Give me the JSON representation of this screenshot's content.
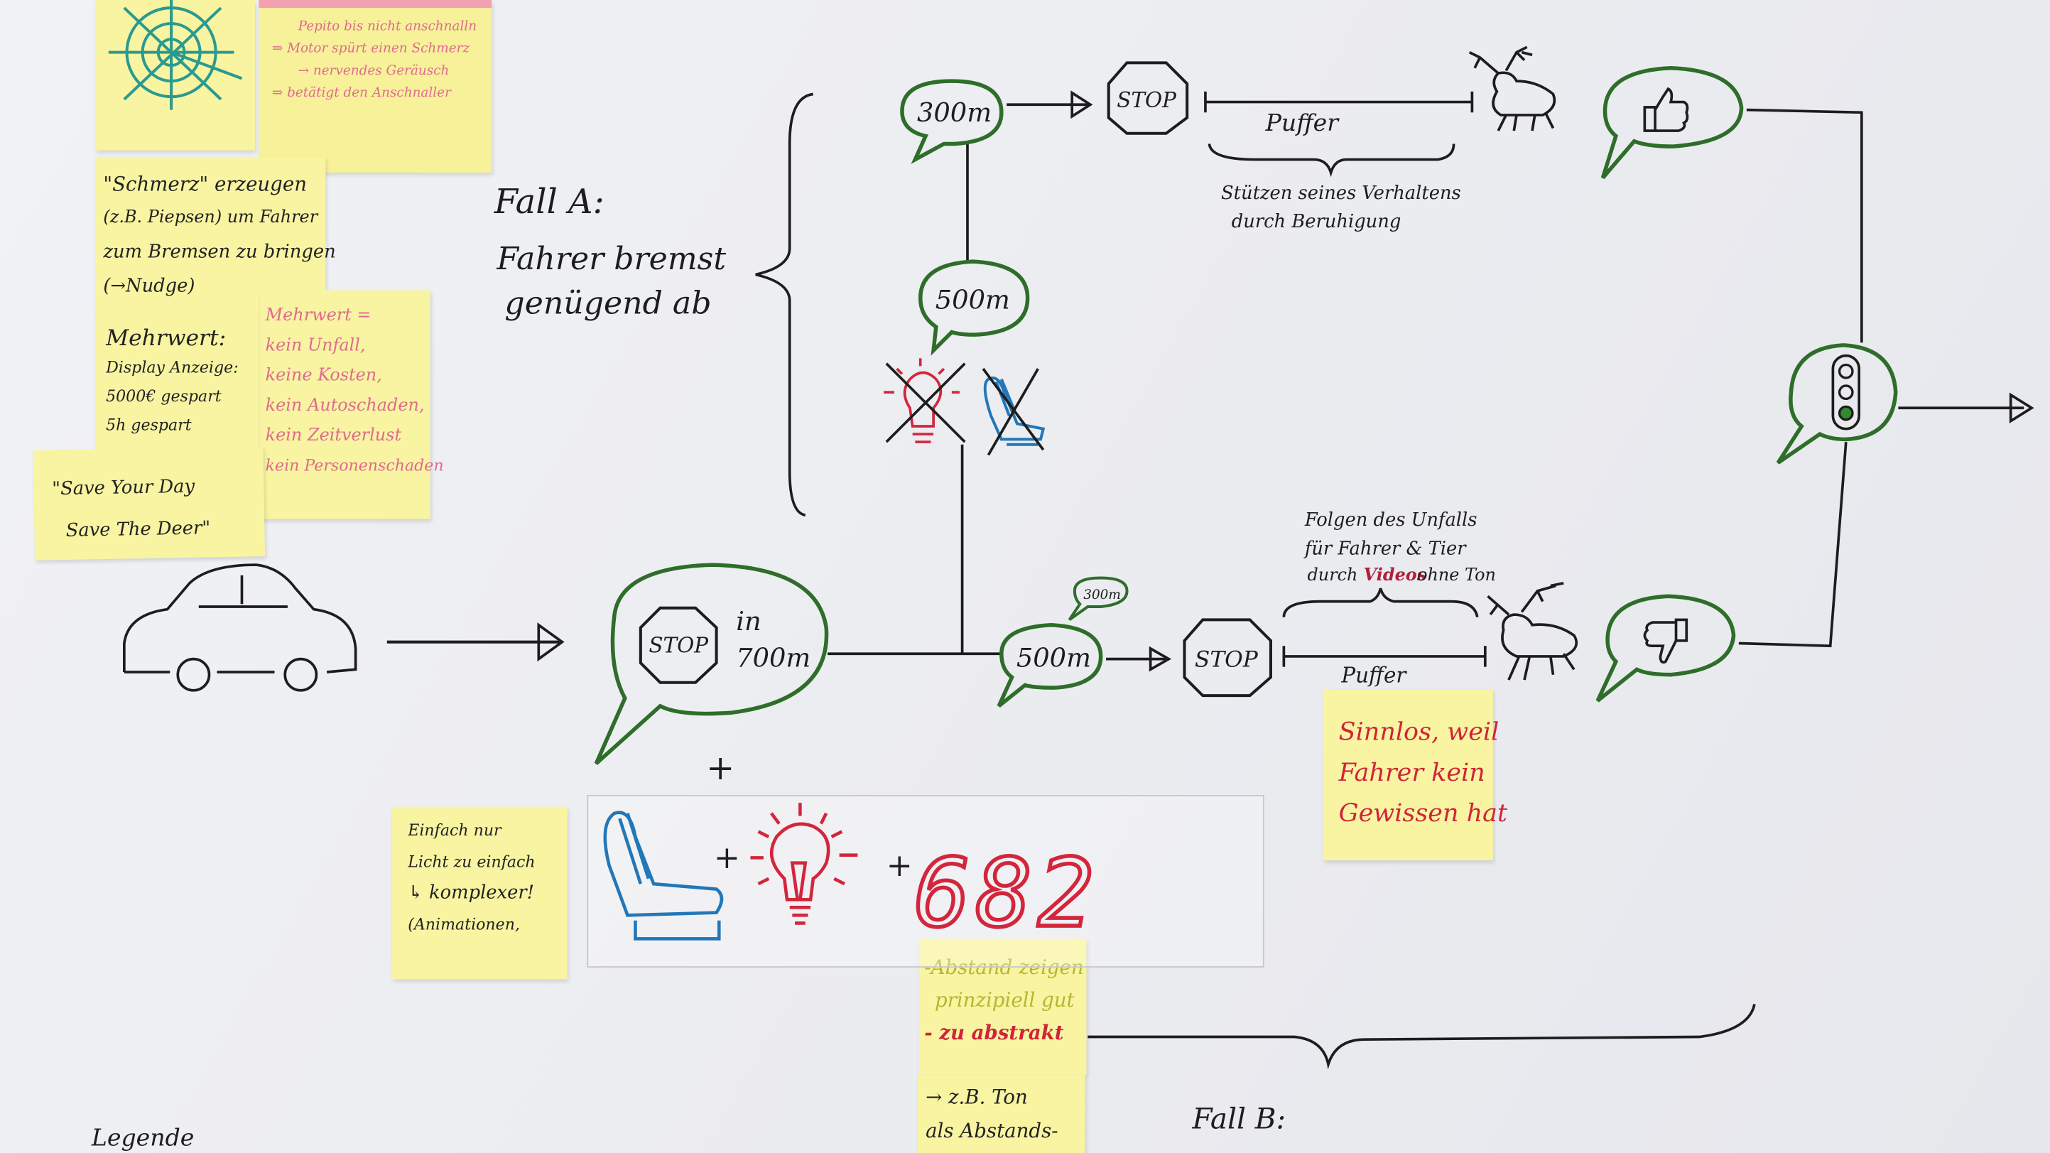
{
  "notes": {
    "pink_note": [
      "Pepito bis nicht anschnalln",
      "⇒ Motor spürt einen Schmerz",
      "→ nervendes Geräusch",
      "⇒ betätigt den Anschnaller"
    ],
    "pain_note": [
      "\"Schmerz\" erzeugen",
      "(z.B. Piepsen) um Fahrer",
      "zum Bremsen zu bringen",
      "(→Nudge)"
    ],
    "mehrwert_left": [
      "Mehrwert:",
      "Display Anzeige:",
      "5000€ gespart",
      "5h gespart"
    ],
    "mehrwert_right": [
      "Mehrwert =",
      "kein Unfall,",
      "keine Kosten,",
      "kein Autoschaden,",
      "kein Zeitverlust",
      "kein Personenschaden"
    ],
    "slogan": [
      "\"Save Your Day",
      "Save The Deer\""
    ],
    "einfach_note": [
      "Einfach nur",
      "Licht zu einfach",
      "↳ komplexer!",
      "(Animationen,"
    ],
    "sinnlos_note": [
      "Sinnlos, weil",
      "Fahrer kein",
      "Gewissen hat"
    ],
    "abstand_note": [
      "-Abstand zeigen",
      "prinzipiell gut",
      "- zu abstrakt"
    ],
    "ton_note": [
      "→ z.B. Ton",
      "als Abstands-"
    ]
  },
  "labels": {
    "fall_a": "Fall A:",
    "fall_a_line1": "Fahrer bremst",
    "fall_a_line2": "genügend ab",
    "fall_b": "Fall B:",
    "legende": "Legende",
    "puffer_top": "Puffer",
    "puffer_bottom": "Puffer",
    "stuetzen_1": "Stützen seines Verhaltens",
    "stuetzen_2": "durch Beruhigung",
    "folgen_1": "Folgen des Unfalls",
    "folgen_2": "für Fahrer & Tier",
    "folgen_3a": "durch",
    "folgen_3b": "Videos",
    "folgen_3c": "ohne Ton",
    "plus_1": "+",
    "plus_2": "+",
    "plus_3": "+",
    "display_number": "682"
  },
  "bubbles": {
    "stop_700_sign": "STOP",
    "stop_700_in": "in",
    "stop_700_dist": "700m",
    "top_300": "300m",
    "top_500": "500m",
    "bottom_500": "500m",
    "bottom_small_300": "300m",
    "stop_sign_top": "STOP",
    "stop_sign_bottom": "STOP"
  },
  "icons": {
    "thumbs_up": "thumbs-up-icon",
    "thumbs_down": "thumbs-down-icon",
    "traffic_light": "traffic-light-icon",
    "seat": "seat-icon",
    "bulb": "light-bulb-icon",
    "deer": "deer-icon",
    "car": "car-icon",
    "radar": "radar-icon"
  },
  "colors": {
    "bubble_green": "#2f6d2a",
    "ink": "#1d1d1d",
    "seat_blue": "#2277b8",
    "bulb_red": "#d3263c",
    "sticky_yellow": "#f8f4a2",
    "sticky_pink_text": "#e06a8e"
  }
}
